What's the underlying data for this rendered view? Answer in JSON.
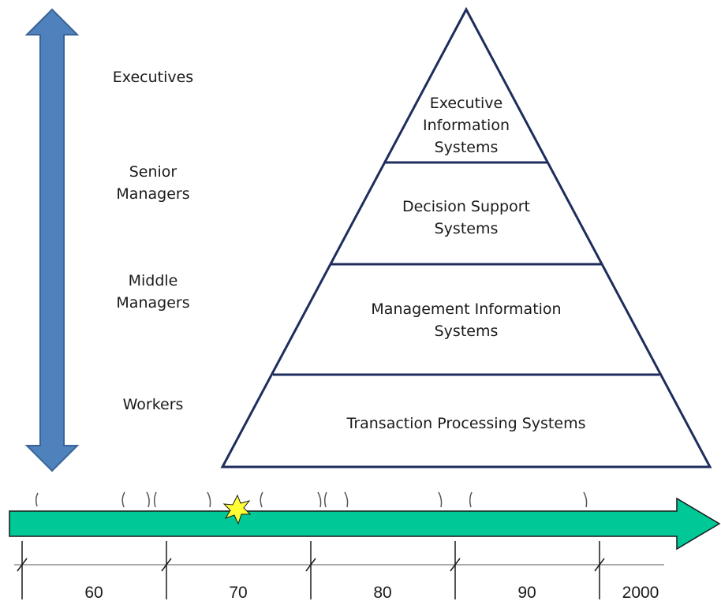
{
  "roles": {
    "executives": "Executives",
    "senior": [
      "Senior",
      "Managers"
    ],
    "middle": [
      "Middle",
      "Managers"
    ],
    "workers": "Workers"
  },
  "pyramid": {
    "eis": [
      "Executive",
      "Information",
      "Systems"
    ],
    "dss": [
      "Decision Support",
      "Systems"
    ],
    "mis": [
      "Management Information",
      "Systems"
    ],
    "tps": "Transaction Processing Systems"
  },
  "timeline": {
    "decades": [
      "60",
      "70",
      "80",
      "90",
      "2000"
    ]
  },
  "colors": {
    "arrow_fill": "#4f81bd",
    "arrow_stroke": "#3a6497",
    "pyramid_stroke": "#1f2d5c",
    "timeline_fill": "#00c896",
    "timeline_stroke": "#1a1a1a",
    "star_fill": "#ffff33"
  }
}
